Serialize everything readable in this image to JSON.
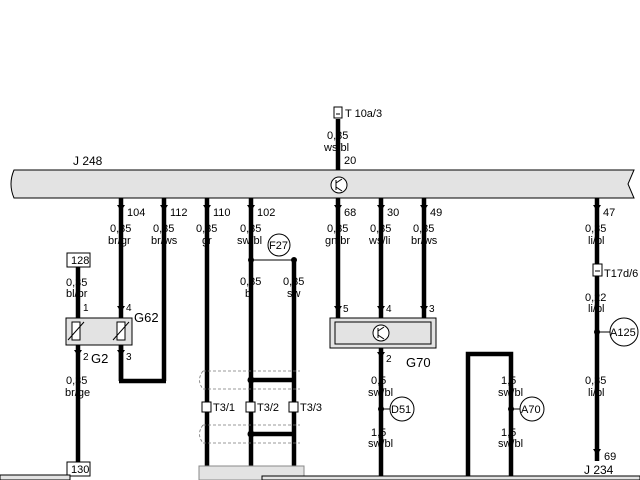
{
  "connectors": {
    "t10a": "T 10a/3",
    "t17d": "T17d/6",
    "t3_1": "T3/1",
    "t3_2": "T3/2",
    "t3_3": "T3/3"
  },
  "components": {
    "j248": "J 248",
    "j234": "J 234",
    "g2": "G2",
    "g62": "G62",
    "g70": "G70",
    "f27": "F27",
    "a125": "A125",
    "a70": "A70",
    "d51": "D51"
  },
  "top_wire": {
    "size": "0,35",
    "color": "ws/bl",
    "pin": "20"
  },
  "wires": [
    {
      "id": "104",
      "pin": "104",
      "size": "0,35",
      "color": "br/gr"
    },
    {
      "id": "112",
      "pin": "112",
      "size": "0,35",
      "color": "br/ws"
    },
    {
      "id": "110",
      "pin": "110",
      "size": "0,35",
      "color": "gr"
    },
    {
      "id": "102",
      "pin": "102",
      "size": "0,35",
      "color": "sw/bl"
    },
    {
      "id": "68",
      "pin": "68",
      "size": "0,35",
      "color": "gn/br"
    },
    {
      "id": "30",
      "pin": "30",
      "size": "0,35",
      "color": "ws/li"
    },
    {
      "id": "49",
      "pin": "49",
      "size": "0,35",
      "color": "br/ws"
    },
    {
      "id": "47",
      "pin": "47",
      "size": "0,35",
      "color": "li/bl"
    }
  ],
  "grounds": {
    "g128": "128",
    "g130": "130"
  },
  "g62_pins": {
    "p1": "1",
    "p4": "4",
    "p2": "2",
    "p3": "3"
  },
  "g2_wire": {
    "size_top": "0,35",
    "color_top": "bl/br",
    "size_bottom": "0,35",
    "color_bottom": "br/ge"
  },
  "f27_wires": {
    "left_size": "0,35",
    "left_color": "bl",
    "right_size": "0,35",
    "right_color": "sw"
  },
  "g70_pins": {
    "p5": "5",
    "p4": "4",
    "p3": "3",
    "p2": "2"
  },
  "g70_wire": {
    "size_top": "0,5",
    "color_top": "sw/bl",
    "size_bottom": "1,5",
    "color_bottom": "sw/bl"
  },
  "a70_wire": {
    "size_top": "1,5",
    "color_top": "sw/bl",
    "size_bottom": "1,5",
    "color_bottom": "sw/bl"
  },
  "a125_wire": {
    "size_top": "0,22",
    "color_top": "li/bl",
    "size_bottom": "0,35",
    "color_bottom": "li/bl",
    "pin": "69"
  },
  "colors": {
    "line": "#000000",
    "bar_fill": "#e3e3e3",
    "bar_stroke": "#000000",
    "dash": "#777777"
  }
}
